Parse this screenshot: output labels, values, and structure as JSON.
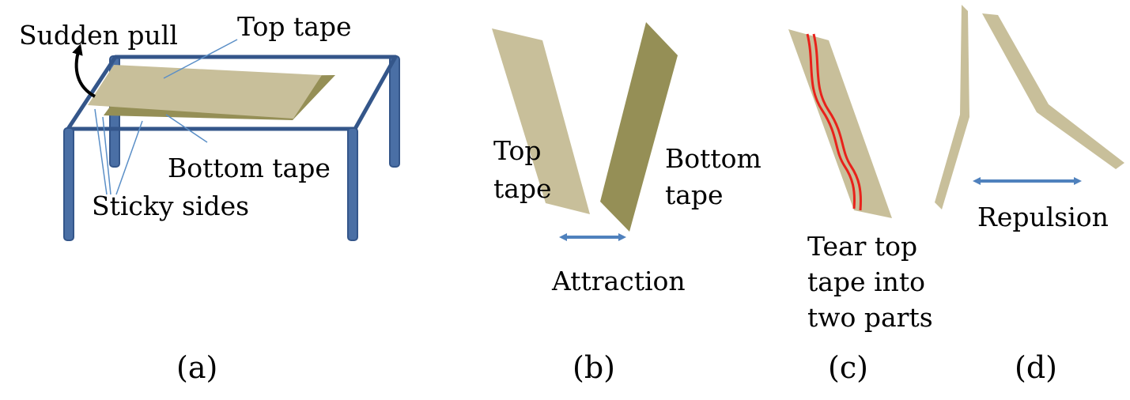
{
  "colors": {
    "table": "#4A6FA5",
    "table_dark": "#34568A",
    "tape_light": "#C8BF9A",
    "tape_dark": "#958F56",
    "arrow": "#4F81BD",
    "leader": "#5B8FC7",
    "tear": "#E8221B",
    "text": "#000000"
  },
  "panel_a": {
    "sudden_pull": "Sudden pull",
    "top_tape": "Top tape",
    "bottom_tape": "Bottom tape",
    "sticky_sides": "Sticky sides",
    "caption": "(a)"
  },
  "panel_b": {
    "top_tape_line1": "Top",
    "top_tape_line2": "tape",
    "bottom_tape_line1": "Bottom",
    "bottom_tape_line2": "tape",
    "attraction": "Attraction",
    "caption": "(b)"
  },
  "panel_c": {
    "tear_line1": "Tear top",
    "tear_line2": "tape into",
    "tear_line3": "two parts",
    "caption": "(c)"
  },
  "panel_d": {
    "repulsion": "Repulsion",
    "caption": "(d)"
  }
}
